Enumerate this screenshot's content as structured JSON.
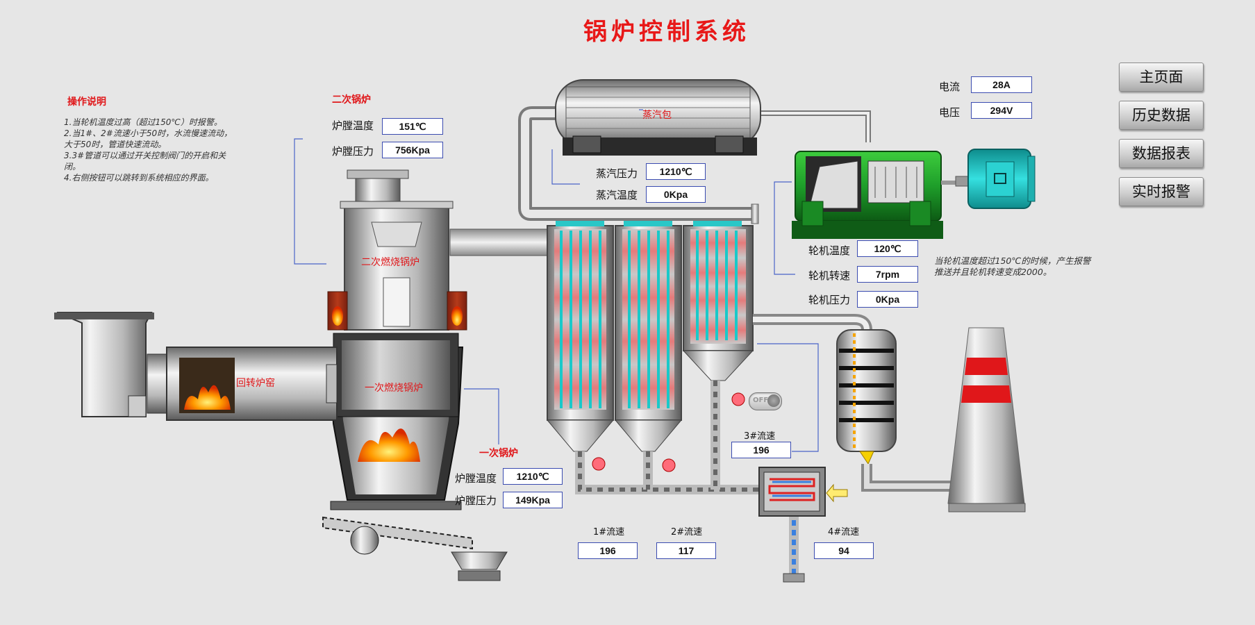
{
  "title": "锅炉控制系统",
  "nav": {
    "home": "主页面",
    "history": "历史数据",
    "report": "数据报表",
    "alarm": "实时报警"
  },
  "instructions": {
    "title": "操作说明",
    "lines": [
      "1.当轮机温度过高（超过150℃）时报警。",
      "2.当1#、2#流速小于50时，水流慢速流动，",
      "大于50时，管道快速流动。",
      "3.3#管道可以通过开关控制阀门的开启和关",
      "闭。",
      "4.右侧按钮可以跳转到系统相应的界面。"
    ]
  },
  "secondary_boiler": {
    "title": "二次锅炉",
    "temp_label": "炉膛温度",
    "temp_value": "151℃",
    "pressure_label": "炉膛压力",
    "pressure_value": "756Kpa",
    "vessel_label": "二次燃烧锅炉"
  },
  "primary_boiler": {
    "title": "一次锅炉",
    "temp_label": "炉膛温度",
    "temp_value": "1210℃",
    "pressure_label": "炉膛压力",
    "pressure_value": "149Kpa",
    "vessel_label": "一次燃烧锅炉"
  },
  "rotary_kiln_label": "回转炉窑",
  "steam_drum": {
    "label": "蒸汽包",
    "pressure_label": "蒸汽压力",
    "pressure_value": "1210℃",
    "temp_label": "蒸汽温度",
    "temp_value": "0Kpa"
  },
  "turbine": {
    "temp_label": "轮机温度",
    "temp_value": "120℃",
    "speed_label": "轮机转速",
    "speed_value": "7rpm",
    "pressure_label": "轮机压力",
    "pressure_value": "0Kpa"
  },
  "generator": {
    "current_label": "电流",
    "current_value": "28A",
    "voltage_label": "电压",
    "voltage_value": "294V"
  },
  "turbine_note": "当轮机温度超过150℃的时候，产生报警推送并且轮机转速变成2000。",
  "flows": {
    "f1_label": "1#流速",
    "f1_value": "196",
    "f2_label": "2#流速",
    "f2_value": "117",
    "f3_label": "3#流速",
    "f3_value": "196",
    "f4_label": "4#流速",
    "f4_value": "94"
  },
  "valve_switch": {
    "state": "OFF"
  },
  "colors": {
    "title": "#e81818",
    "value_border": "#3a4bb0",
    "flame": "#ff7a00",
    "coil": "#19c9c9",
    "machine_green": "#1e9e2a",
    "stack_red": "#e0171a"
  }
}
